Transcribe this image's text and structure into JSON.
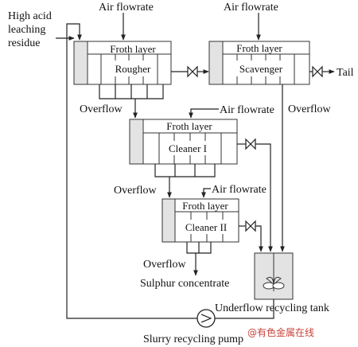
{
  "labels": {
    "feed": [
      "High acid",
      "leaching",
      "residue"
    ],
    "air_flowrate": "Air flowrate",
    "froth_layer": "Froth layer",
    "overflow": "Overflow",
    "tail": "Tail",
    "sulphur_concentrate": "Sulphur concentrate",
    "underflow_tank": "Underflow recycling tank",
    "slurry_pump": "Slurry recycling pump"
  },
  "cells": {
    "rougher": "Rougher",
    "scavenger": "Scavenger",
    "cleaner1": "Cleaner I",
    "cleaner2": "Cleaner II"
  },
  "watermark": "@有色金属在线",
  "colors": {
    "tank_fill": "#e3e3e3",
    "line": "#222222",
    "watermark": "#c8433b"
  }
}
